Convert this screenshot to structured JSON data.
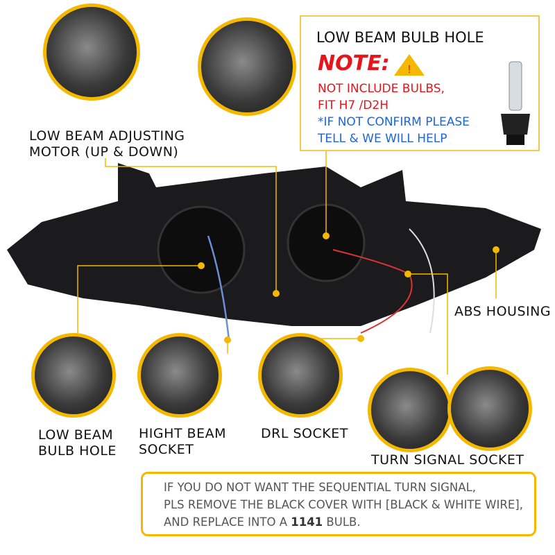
{
  "labels": {
    "adjust_motor_1": "LOW BEAM ADJUSTING",
    "adjust_motor_2": "MOTOR (UP & DOWN)",
    "abs_housing": "ABS HOUSING",
    "low_beam_1": "LOW BEAM",
    "low_beam_2": "BULB HOLE",
    "high_beam_1": "HIGHT BEAM",
    "high_beam_2": "SOCKET",
    "drl": "DRL SOCKET",
    "turn_signal": "TURN SIGNAL SOCKET"
  },
  "note": {
    "title": "LOW BEAM BULB HOLE",
    "heading": "NOTE:",
    "warning_icon": "warning-triangle-icon",
    "line1": "NOT INCLUDE BULBS,",
    "line2": "FIT H7 /D2H",
    "line3": "*IF NOT CONFIRM PLEASE",
    "line4": "TELL & WE WILL HELP"
  },
  "bottom_note": {
    "line1": "IF YOU DO NOT WANT THE SEQUENTIAL TURN SIGNAL,",
    "line2": "PLS REMOVE THE BLACK COVER WITH [BLACK & WHITE WIRE],",
    "line3_pre": "AND REPLACE INTO A ",
    "line3_bold": "1141",
    "line3_post": " BULB."
  },
  "colors": {
    "accent": "#f5b800",
    "red": "#e8141b",
    "blue": "#1a66e0"
  }
}
